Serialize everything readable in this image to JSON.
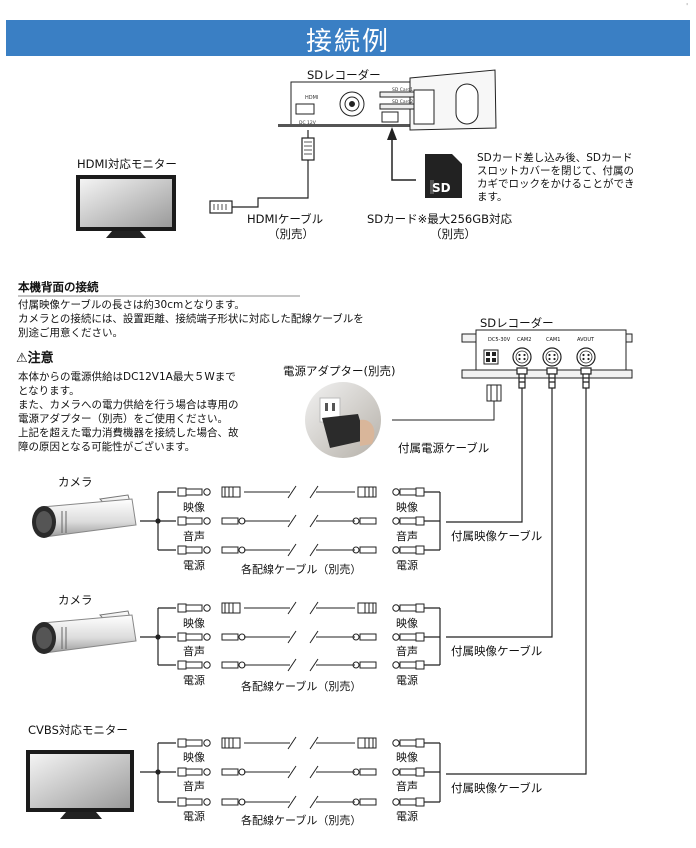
{
  "header": {
    "title": "接続例",
    "corner_mark": "'"
  },
  "top": {
    "recorder_label": "SDレコーダー",
    "hdmi_monitor_label": "HDMI対応モニター",
    "hdmi_cable": {
      "line1": "HDMIケーブル",
      "line2": "（別売）"
    },
    "sd_card": {
      "line1": "SDカード※最大256GB対応",
      "line2": "（別売）",
      "card_text": "SD"
    },
    "sd_note": [
      "SDカード差し込み後、SDカード",
      "スロットカバーを閉じて、付属の",
      "カギでロックをかけることができ",
      "ます。"
    ],
    "device_marks": {
      "hdmi": "HDMI",
      "dc": "DC 12V",
      "sd1": "SD Card1",
      "sd2": "SD Card2"
    }
  },
  "rear": {
    "title": "本機背面の接続",
    "lines": [
      "付属映像ケーブルの長さは約30cmとなります。",
      "カメラとの接続には、設置距離、接続端子形状に対応した配線ケーブルを",
      "別途ご用意ください。"
    ]
  },
  "caution": {
    "title": "注意",
    "lines": [
      "本体からの電源供給はDC12V1A最大５Wまで",
      "となります。",
      "また、カメラへの電力供給を行う場合は専用の",
      "電源アダプター（別売）をご使用ください。",
      "上記を超えた電力消費機器を接続した場合、故",
      "障の原因となる可能性がございます。"
    ]
  },
  "right": {
    "recorder_label": "SDレコーダー",
    "ports": [
      "DC5-30V",
      "CAM2",
      "CAM1",
      "AVOUT"
    ],
    "adapter_label": "電源アダプター(別売)",
    "power_cable_label": "付属電源ケーブル"
  },
  "rows": [
    {
      "device": "カメラ",
      "left_labels": [
        "映像",
        "音声",
        "電源"
      ],
      "right_labels": [
        "映像",
        "音声",
        "電源"
      ],
      "cable_label": "各配線ケーブル（別売）",
      "bundle_label": "付属映像ケーブル"
    },
    {
      "device": "カメラ",
      "left_labels": [
        "映像",
        "音声",
        "電源"
      ],
      "right_labels": [
        "映像",
        "音声",
        "電源"
      ],
      "cable_label": "各配線ケーブル（別売）",
      "bundle_label": "付属映像ケーブル"
    },
    {
      "device": "CVBS対応モニター",
      "left_labels": [
        "映像",
        "音声",
        "電源"
      ],
      "right_labels": [
        "映像",
        "音声",
        "電源"
      ],
      "cable_label": "各配線ケーブル（別売）",
      "bundle_label": "付属映像ケーブル"
    }
  ]
}
